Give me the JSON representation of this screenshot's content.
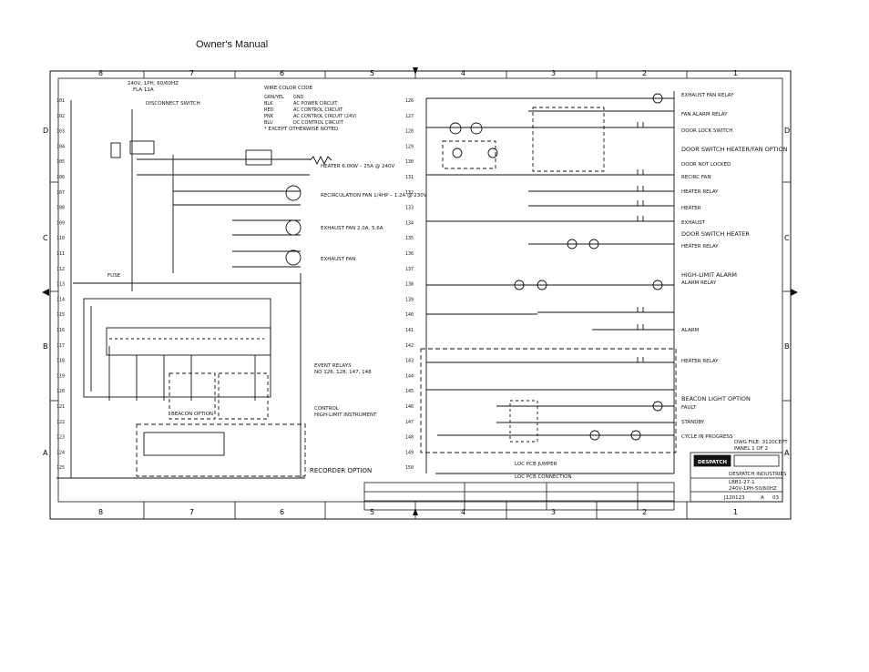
{
  "header": {
    "title": "Owner's Manual"
  },
  "grid": {
    "columns_top": [
      "8",
      "7",
      "6",
      "5",
      "4",
      "3",
      "2",
      "1"
    ],
    "rows_left": [
      "D",
      "C",
      "B",
      "A"
    ]
  },
  "wire_color_code": {
    "title": "WIRE COLOR CODE",
    "rows": [
      [
        "GRN/YEL",
        "GND"
      ],
      [
        "BLK",
        "AC POWER CIRCUIT"
      ],
      [
        "RED",
        "AC CONTROL CIRCUIT"
      ],
      [
        "PNK",
        "AC CONTROL CIRCUIT (24V)"
      ],
      [
        "BLU",
        "DC CONTROL CIRCUIT"
      ]
    ],
    "note": "* EXCEPT OTHERWISE NOTED"
  },
  "power_header": {
    "line1": "240V, 1PH, 60/60HZ",
    "line2": "FLA 11A"
  },
  "disconnect": {
    "label": "DISCONNECT SWITCH"
  },
  "left_lines": [
    "101",
    "102",
    "103",
    "104",
    "105",
    "106",
    "107",
    "108",
    "109",
    "110",
    "111",
    "112",
    "113",
    "114",
    "115",
    "116",
    "117",
    "118",
    "119",
    "120",
    "121",
    "122",
    "123",
    "124",
    "125"
  ],
  "right_lines": [
    "126",
    "127",
    "128",
    "129",
    "130",
    "131",
    "132",
    "133",
    "134",
    "135",
    "136",
    "137",
    "138",
    "139",
    "140",
    "141",
    "142",
    "143",
    "144",
    "145",
    "146",
    "147",
    "148",
    "149",
    "150"
  ],
  "left_labels": {
    "heater": "HEATER 6.0KW – 25A @ 240V",
    "recirc_fan": "RECIRCULATION FAN 1/4HP – 1.2A @ 230V",
    "exhaust_fan": "EXHAUST FAN 2.0A, 5.6A",
    "exhaust_fan2": "EXHAUST FAN",
    "fuse": "FUSE",
    "event_relays": "EVENT RELAYS",
    "event_relays_sub": "NO 126, 128, 147, 148",
    "control_hl": "CONTROL",
    "hl_limit": "HIGH-LIMIT INSTRUMENT",
    "recorder_option": "RECORDER OPTION",
    "beacon_option": "BEACON OPTION"
  },
  "right_labels": {
    "exhaust_fan_relay": "EXHAUST FAN RELAY",
    "fan_alarm_relay": "FAN ALARM RELAY",
    "door_lock_switch": "DOOR LOCK SWITCH",
    "door_switch_heater": "DOOR SWITCH HEATER/FAN OPTION",
    "door_not_locked": "DOOR NOT LOCKED",
    "recirc_fan": "RECIRC FAN",
    "heater_relay": "HEATER RELAY",
    "heater": "HEATER",
    "exhaust": "EXHAUST",
    "door_switch_heater2": "DOOR SWITCH HEATER",
    "heater_relay2": "HEATER RELAY",
    "high_limit_alarm": "HIGH-LIMIT ALARM",
    "alarm_relay": "ALARM RELAY",
    "alarm": "ALARM",
    "heater_relay3": "HEATER RELAY",
    "beacon_light": "BEACON LIGHT OPTION",
    "fault": "FAULT",
    "standby": "STANDBY",
    "cycle_progress": "CYCLE IN PROGRESS",
    "dwg_file": "DWG FILE: 3120CEPT",
    "panel": "PANEL 1 OF 2",
    "jumper": "LOC PCB JUMPER",
    "connection": "LOC PCB CONNECTION"
  },
  "title_block": {
    "company": "DESPATCH",
    "doc_title": "DESPATCH INDUSTRIES",
    "model": "LBB1-27-1",
    "sub": "240V-1PH-50/60HZ",
    "dwg_no": "J120123",
    "rev": "A",
    "sheet": "03"
  },
  "center_markers": {
    "top": "5",
    "bottom": "5"
  }
}
